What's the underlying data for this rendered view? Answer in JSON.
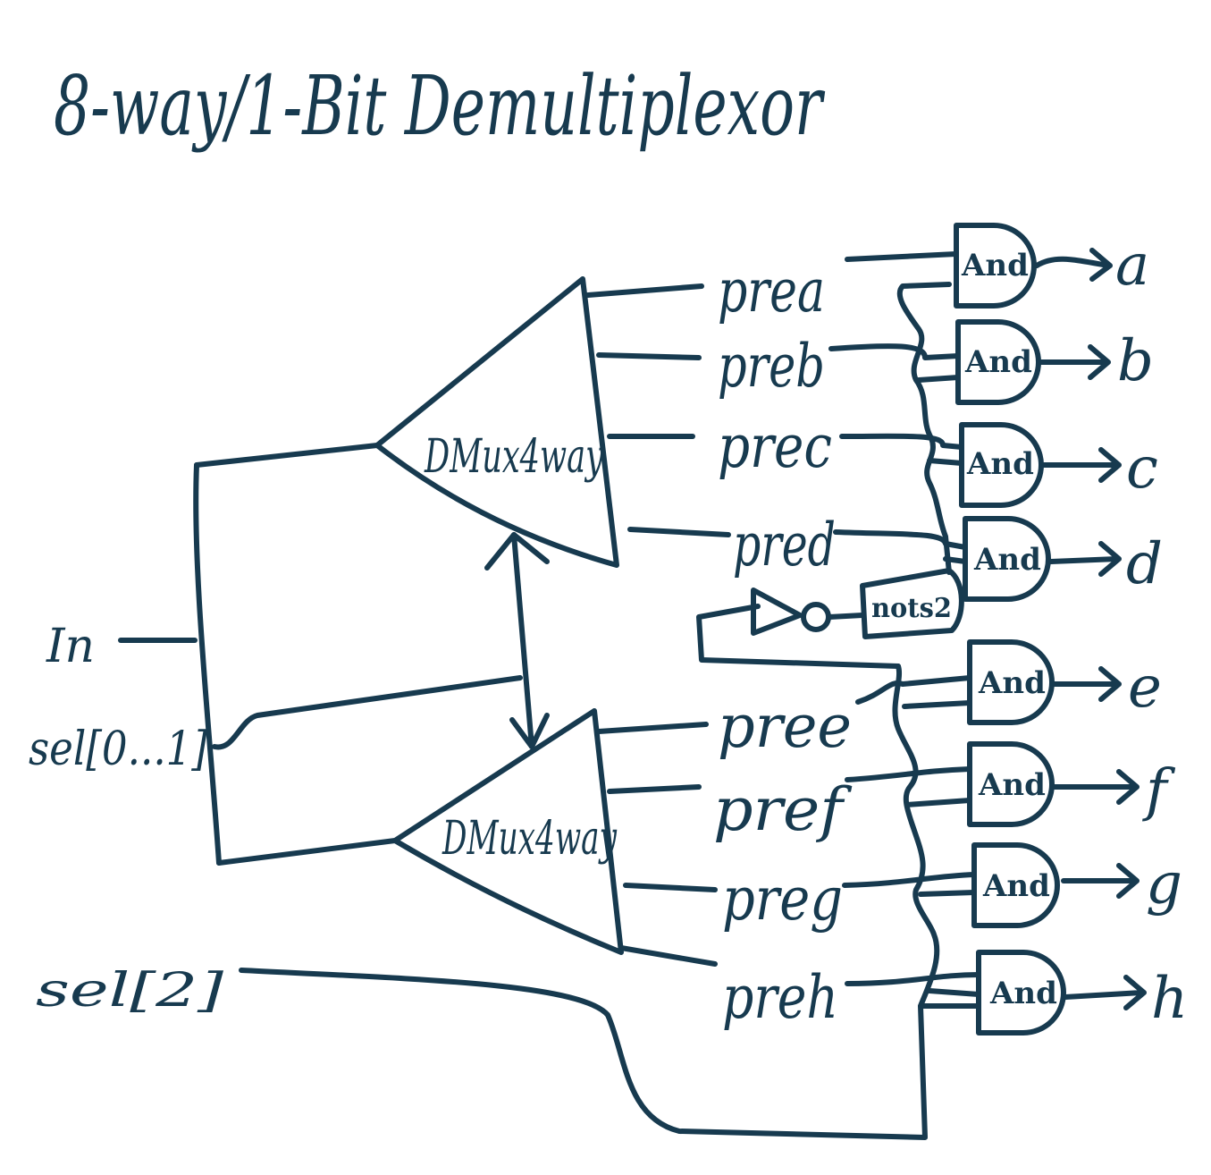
{
  "title": "8-way/1-Bit Demultiplexor",
  "inputs": {
    "in": "In",
    "sel_low": "sel[0...1]",
    "sel_high": "sel[2]"
  },
  "blocks": {
    "top": "DMux4way",
    "bottom": "DMux4way"
  },
  "pre_signals": [
    "prea",
    "preb",
    "prec",
    "pred",
    "pree",
    "pref",
    "preg",
    "preh"
  ],
  "gate_label": "And",
  "not_label": "nots2",
  "outputs": [
    "a",
    "b",
    "c",
    "d",
    "e",
    "f",
    "g",
    "h"
  ],
  "colors": {
    "ink": "#173a4f",
    "background": "#ffffff"
  }
}
